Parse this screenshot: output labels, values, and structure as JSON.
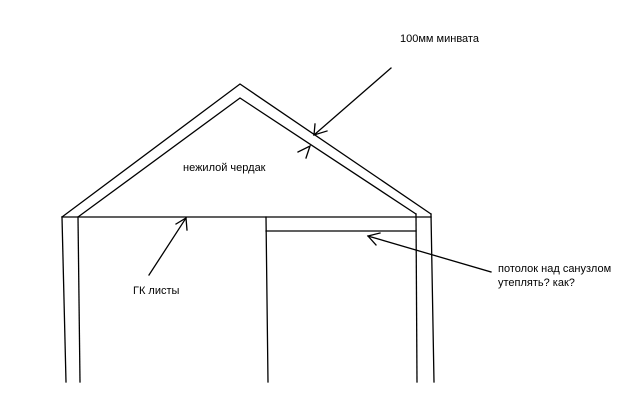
{
  "labels": {
    "insulation": "100мм минвата",
    "attic": "нежилой чердак",
    "gk_sheets": "ГК листы",
    "ceiling_line1": "потолок над санузлом",
    "ceiling_line2": "утеплять? как?"
  },
  "colors": {
    "line": "#000000",
    "background": "#ffffff"
  }
}
